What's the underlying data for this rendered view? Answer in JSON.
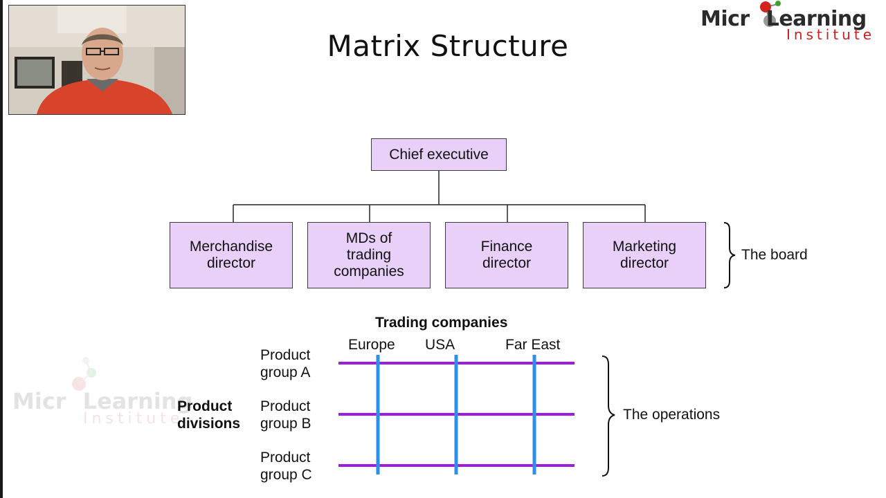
{
  "slide": {
    "title": "Matrix Structure"
  },
  "logo": {
    "main_before": "Micr",
    "main_after": "Learning",
    "sub": "Institute"
  },
  "board": {
    "chief": "Chief executive",
    "directors": [
      {
        "line1": "Merchandise",
        "line2": "director",
        "line3": ""
      },
      {
        "line1": "MDs of",
        "line2": "trading",
        "line3": "companies"
      },
      {
        "line1": "Finance",
        "line2": "director",
        "line3": ""
      },
      {
        "line1": "Marketing",
        "line2": "director",
        "line3": ""
      }
    ],
    "label": "The board"
  },
  "operations": {
    "heading": "Trading companies",
    "regions": [
      "Europe",
      "USA",
      "Far East"
    ],
    "divisions_label_line1": "Product",
    "divisions_label_line2": "divisions",
    "groups": [
      {
        "line1": "Product",
        "line2": "group A"
      },
      {
        "line1": "Product",
        "line2": "group B"
      },
      {
        "line1": "Product",
        "line2": "group C"
      }
    ],
    "label": "The operations"
  },
  "colors": {
    "box_fill": "#e8d0f8",
    "row_line": "#9b1ee0",
    "column_line": "#2e8fe8",
    "logo_red": "#c8201e"
  }
}
